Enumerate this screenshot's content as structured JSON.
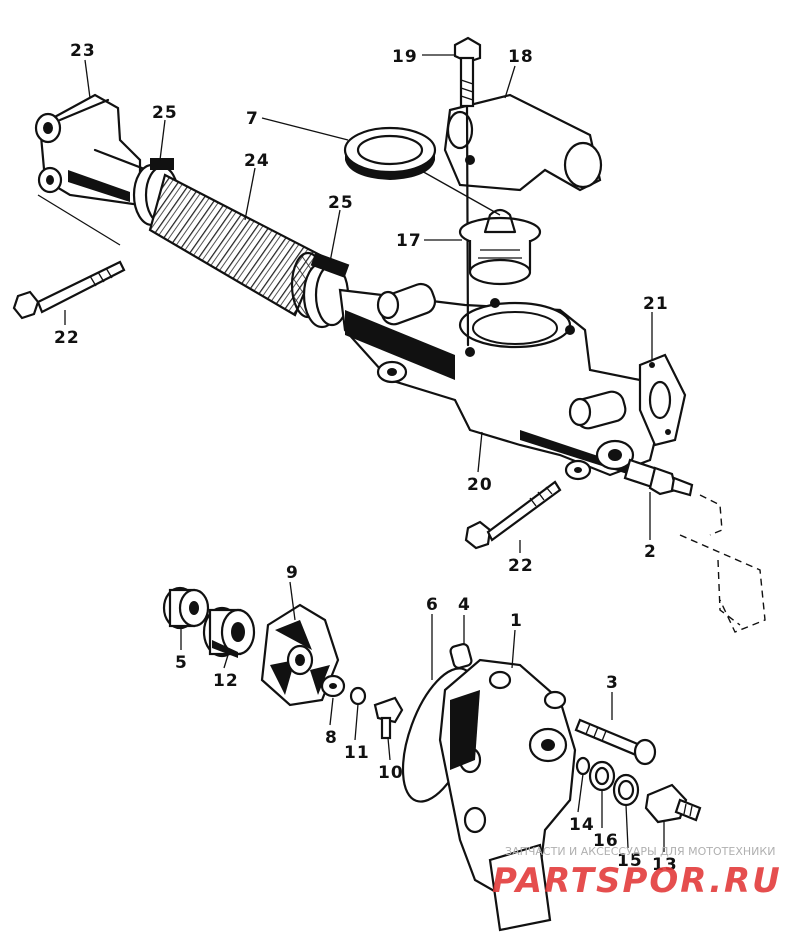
{
  "diagram": {
    "part_labels": [
      {
        "id": "23",
        "text": "23"
      },
      {
        "id": "25a",
        "text": "25"
      },
      {
        "id": "24",
        "text": "24"
      },
      {
        "id": "25b",
        "text": "25"
      },
      {
        "id": "22a",
        "text": "22"
      },
      {
        "id": "7",
        "text": "7"
      },
      {
        "id": "19",
        "text": "19"
      },
      {
        "id": "18",
        "text": "18"
      },
      {
        "id": "17",
        "text": "17"
      },
      {
        "id": "21",
        "text": "21"
      },
      {
        "id": "20",
        "text": "20"
      },
      {
        "id": "22b",
        "text": "22"
      },
      {
        "id": "2",
        "text": "2"
      },
      {
        "id": "5",
        "text": "5"
      },
      {
        "id": "12",
        "text": "12"
      },
      {
        "id": "9",
        "text": "9"
      },
      {
        "id": "8",
        "text": "8"
      },
      {
        "id": "11",
        "text": "11"
      },
      {
        "id": "10",
        "text": "10"
      },
      {
        "id": "6",
        "text": "6"
      },
      {
        "id": "4",
        "text": "4"
      },
      {
        "id": "1",
        "text": "1"
      },
      {
        "id": "3",
        "text": "3"
      },
      {
        "id": "14",
        "text": "14"
      },
      {
        "id": "16",
        "text": "16"
      },
      {
        "id": "15",
        "text": "15"
      },
      {
        "id": "13",
        "text": "13"
      }
    ]
  },
  "watermark": {
    "tagline": "ЗАПЧАСТИ И АКСЕССУАРЫ ДЛЯ МОТОТЕХНИКИ",
    "brand": "PARTSPOR.RU"
  }
}
